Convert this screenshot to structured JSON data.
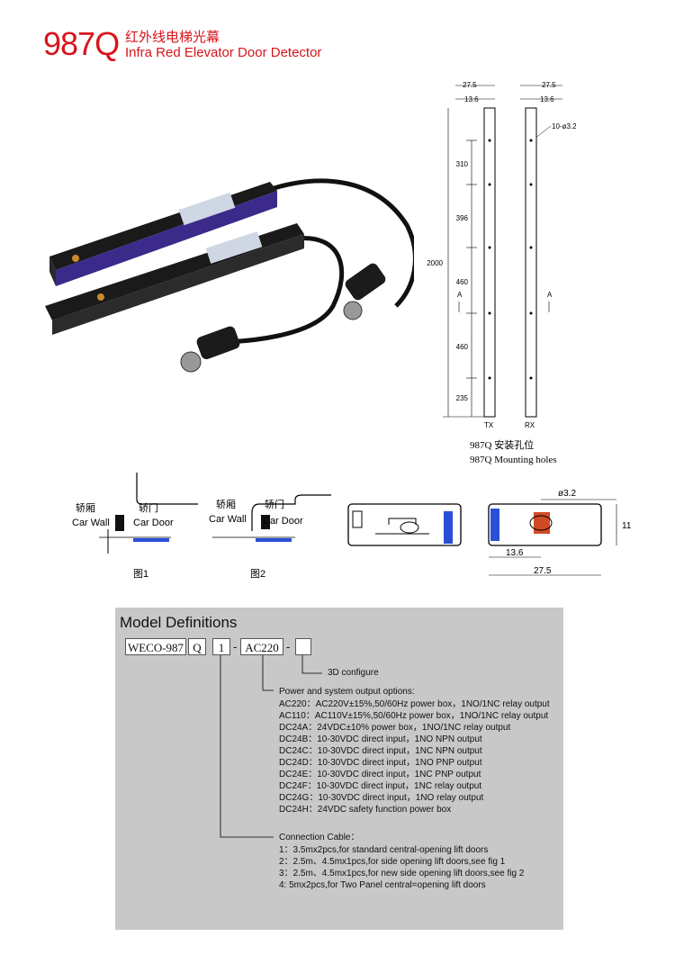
{
  "header": {
    "model_code": "987Q",
    "title_cn": "红外线电梯光幕",
    "title_en": "Infra Red Elevator Door Detector"
  },
  "drawing": {
    "top_width": "27.5",
    "inner_width": "13.6",
    "holes": "10-ø3.2",
    "total_length": "2000",
    "segments": [
      "310",
      "396",
      "460",
      "460",
      "235"
    ],
    "section_mark": "A",
    "tx_label": "TX",
    "rx_label": "RX",
    "caption_cn": "987Q 安装孔位",
    "caption_en": "987Q  Mounting holes"
  },
  "figures": {
    "fig1": {
      "car_wall_cn": "轿厢",
      "car_wall_en": "Car Wall",
      "car_door_cn": "轿门",
      "car_door_en": "Car Door",
      "caption": "图1"
    },
    "fig2": {
      "car_wall_cn": "轿厢",
      "car_wall_en": "Car Wall",
      "car_door_cn": "轿门",
      "car_door_en": "Car Door",
      "caption": "图2"
    }
  },
  "section": {
    "diameter": "ø3.2",
    "height": "11",
    "inner_width": "13.6",
    "outer_width": "27.5"
  },
  "model_definitions": {
    "title": "Model Definitions",
    "code_parts": [
      "WECO-987",
      "Q",
      "1",
      "-",
      "AC220",
      "-",
      ""
    ],
    "configure_3d": "3D configure",
    "power_header": "Power and system output options:",
    "power_options": [
      "AC220：AC220V±15%,50/60Hz power box，1NO/1NC relay output",
      "AC110：AC110V±15%,50/60Hz power box，1NO/1NC relay output",
      "DC24A：24VDC±10% power box，1NO/1NC relay output",
      "DC24B：10-30VDC direct input，1NO NPN output",
      "DC24C：10-30VDC direct input，1NC NPN output",
      "DC24D：10-30VDC direct input，1NO PNP output",
      "DC24E：10-30VDC direct input，1NC PNP output",
      "DC24F：10-30VDC direct input，1NC relay output",
      "DC24G：10-30VDC direct input，1NO relay output",
      "DC24H：24VDC safety function power box"
    ],
    "cable_header": "Connection Cable：",
    "cable_options": [
      "1：3.5mx2pcs,for standard central-opening lift doors",
      "2：2.5m、4.5mx1pcs,for side opening lift doors,see fig 1",
      "3：2.5m、4.5mx1pcs,for new side opening lift doors,see fig 2",
      "4: 5mx2pcs,for Two Panel central=opening lift doors"
    ]
  }
}
